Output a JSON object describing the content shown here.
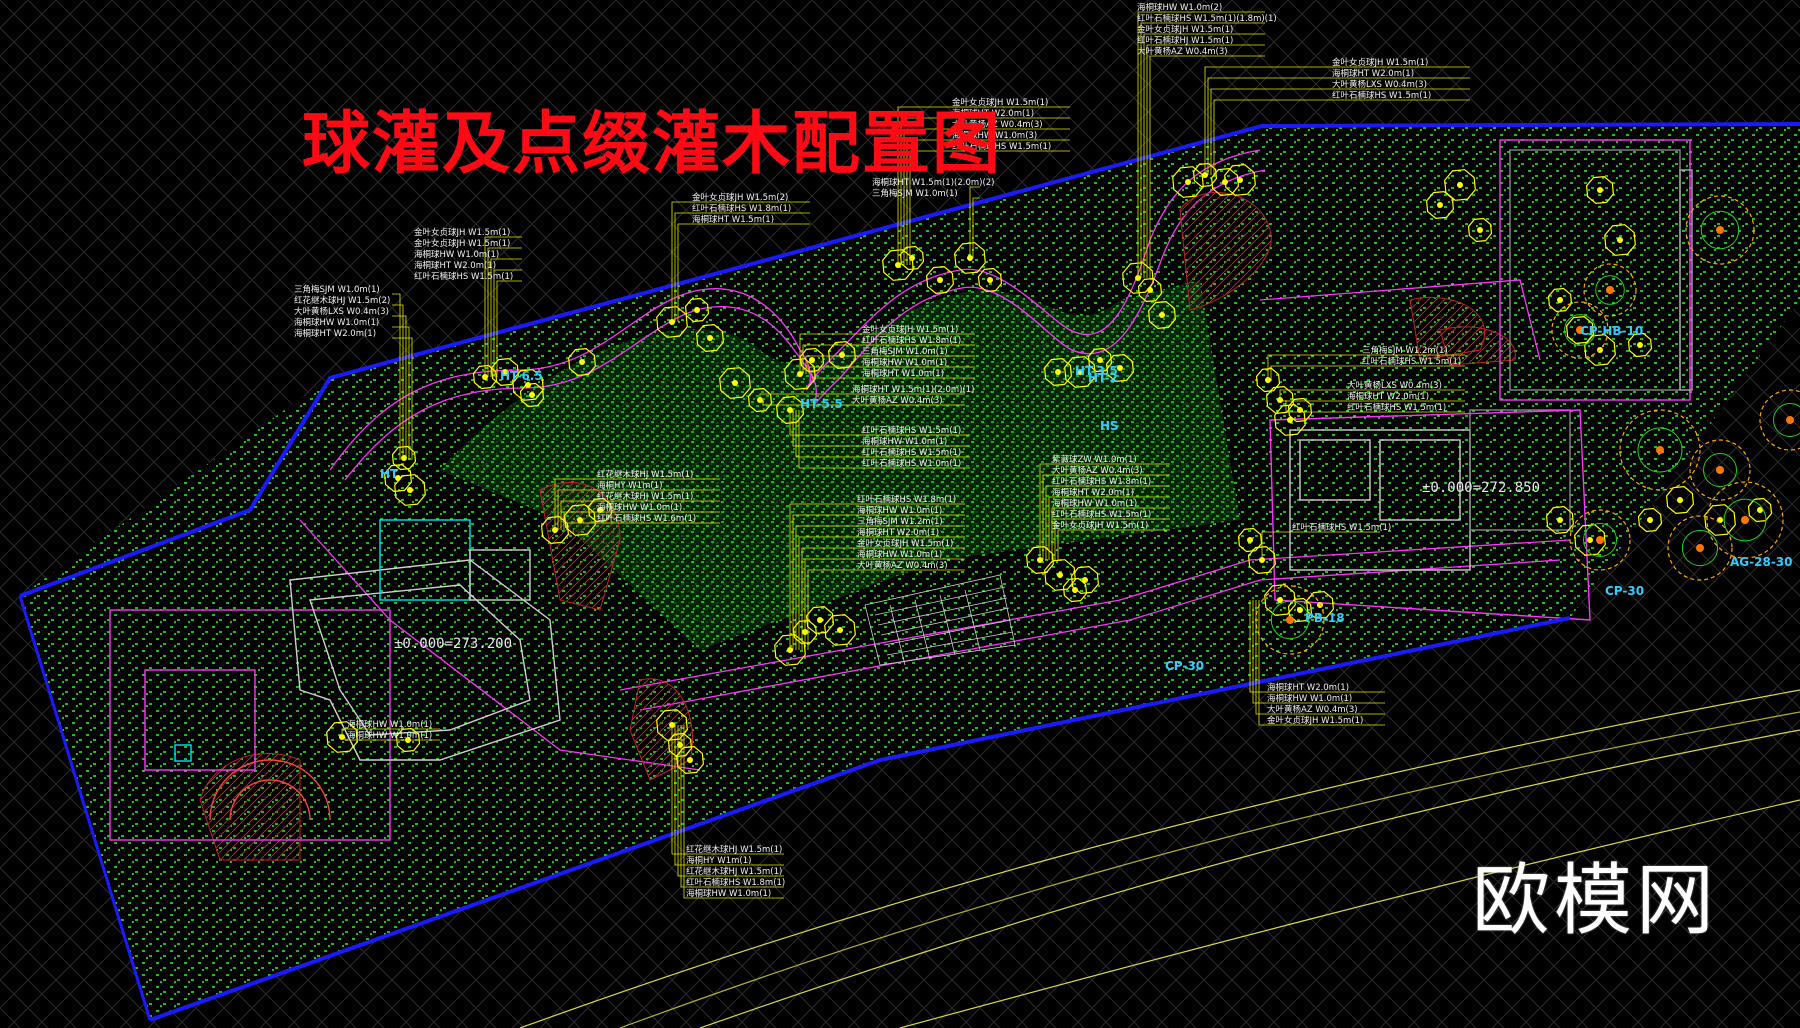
{
  "title": "球灌及点缀灌木配置图",
  "watermark": "欧模网",
  "elevations": [
    "±0.000=273.200",
    "±0.000=272.850"
  ],
  "colors": {
    "background": "#000000",
    "boundary": "#1a1aff",
    "lawn_dots": "#22ff22",
    "leader": "#e6e600",
    "path": "#ff33ff",
    "shrub_circle": "#ffff00",
    "tag": "#33ccff",
    "title": "#ff0a14"
  },
  "shrub_tags": [
    "HT",
    "HT-6.5",
    "HT-5.5",
    "HT-3.5",
    "HT-2",
    "HS",
    "CP-30",
    "CP-HB-10",
    "PB-18",
    "AG-28-30",
    "CP-30"
  ],
  "callouts": [
    {
      "id": "c1",
      "lines": [
        "三角梅SJM W1.0m(1)",
        "红花继木球HJ W1.5m(2)",
        "大叶黄杨LXS W0.4m(3)",
        "海桐球HW W1.0m(1)",
        "海桐球HT W2.0m(1)"
      ]
    },
    {
      "id": "c2",
      "lines": [
        "金叶女贞球JH W1.5m(1)",
        "金叶女贞球JH W1.5m(1)",
        "海桐球HW W1.0m(1)",
        "海桐球HT W2.0m(1)",
        "红叶石楠球HS W1.5m(1)"
      ]
    },
    {
      "id": "c3",
      "lines": [
        "金叶女贞球JH W1.5m(2)",
        "红叶石楠球HS W1.8m(1)",
        "海桐球HT W1.5m(1)"
      ]
    },
    {
      "id": "c4",
      "lines": [
        "金叶女贞球JH W1.5m(1)",
        "海桐球HT W2.0m(1)",
        "大叶黄杨AZ W0.4m(3)",
        "海桐球HW W1.0m(3)",
        "红叶石楠球HS W1.5m(1)"
      ]
    },
    {
      "id": "c5",
      "lines": [
        "海桐球HT W1.5m(1)(2.0m)(2)",
        "三角梅SJM W1.0m(1)"
      ]
    },
    {
      "id": "c6",
      "lines": [
        "海桐球HW W1.0m(2)",
        "红叶石楠球HS W1.5m(1)(1.8m)(1)",
        "金叶女贞球JH W1.5m(1)",
        "红叶石楠球HJ W1.5m(1)",
        "大叶黄杨AZ W0.4m(3)"
      ]
    },
    {
      "id": "c7",
      "lines": [
        "金叶女贞球JH W1.5m(1)",
        "海桐球HT W2.0m(1)",
        "大叶黄杨LXS W0.4m(3)",
        "红叶石楠球HS W1.5m(1)"
      ]
    },
    {
      "id": "c8",
      "lines": [
        "金叶女贞球JH W1.5m(1)",
        "红叶石楠球HS W1.8m(1)",
        "三角梅SJM W1.0m(1)",
        "海桐球HW W1.0m(1)",
        "海桐球HT W1.0m(1)"
      ]
    },
    {
      "id": "c9",
      "lines": [
        "海桐球HT W1.5m(1)(2.0m)(1)",
        "大叶黄杨AZ W0.4m(3)"
      ]
    },
    {
      "id": "c10",
      "lines": [
        "红叶石楠球HS W1.5m(1)",
        "海桐球HW W1.0m(1)",
        "红叶石楠球HS W1.5m(1)",
        "红叶石楠球HS W1.0m(1)"
      ]
    },
    {
      "id": "c11",
      "lines": [
        "红花继木球HJ W1.5m(1)",
        "海桐HY W1m(1)",
        "红花继木球HJ W1.5m(1)",
        "海桐球HW W1.0m(1)",
        "红叶石楠球HS W1.6m(1)"
      ]
    },
    {
      "id": "c12",
      "lines": [
        "红叶石楠球HS W1.8m(1)",
        "海桐球HW W1.0m(1)",
        "三角梅SJM W1.2m(1)",
        "海桐球HT W2.0m(1)",
        "金叶女贞球JH W1.5m(1)",
        "海桐球HW W1.0m(1)",
        "大叶黄杨AZ W0.4m(3)"
      ]
    },
    {
      "id": "c13",
      "lines": [
        "紫薇球ZW W1.0m(1)",
        "大叶黄杨AZ W0.4m(3)",
        "红叶石楠球HS W1.8m(1)",
        "海桐球HT W2.0m(1)",
        "海桐球HW W1.0m(1)",
        "红叶石楠球HS W1.5m(1)",
        "金叶女贞球JH W1.5m(1)"
      ]
    },
    {
      "id": "c14",
      "lines": [
        "三角梅SJM W1.2m(1)",
        "红叶石楠球HS W1.5m(1)"
      ]
    },
    {
      "id": "c15",
      "lines": [
        "大叶黄杨LXS W0.4m(3)",
        "海桐球HT W2.0m(1)",
        "红叶石楠球HS W1.5m(1)"
      ]
    },
    {
      "id": "c16",
      "lines": [
        "红叶石楠球HS W1.5m(1)"
      ]
    },
    {
      "id": "c17",
      "lines": [
        "海桐球HT W2.0m(1)",
        "海桐球HW W1.0m(1)",
        "大叶黄杨AZ W0.4m(3)",
        "金叶女贞球JH W1.5m(1)"
      ]
    },
    {
      "id": "c18",
      "lines": [
        "海桐球HW W1.0m(1)",
        "海桐球HW W1.0m(1)"
      ]
    },
    {
      "id": "c19",
      "lines": [
        "红花继木球HJ W1.5m(1)",
        "海桐HY W1m(1)",
        "红花继木球HJ W1.5m(1)",
        "红叶石楠球HS W1.8m(1)",
        "海桐球HW W1.0m(1)"
      ]
    }
  ]
}
